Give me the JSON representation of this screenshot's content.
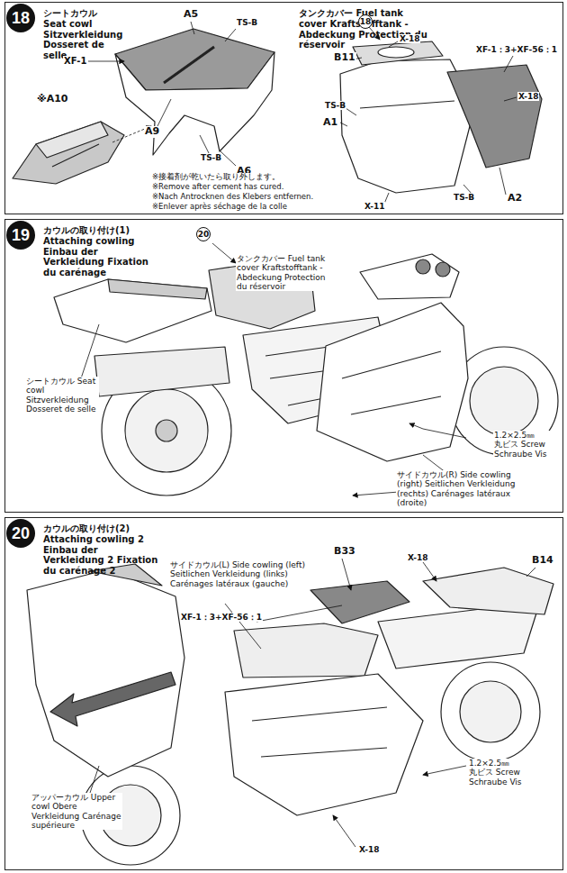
{
  "diagram": {
    "nodes": [
      {
        "text": [
          "シートカウル Seat cowl Sitzverkleidung Dosseret de selle",
          "タンクカバー Fuel tank cover Kraftstofftank -Abdeckung Protection du réservoir"
        ]
      },
      {
        "text": [
          "18"
        ],
        "in": 0
      },
      {
        "text": [
          "カウルの取り付け(1) Attaching cowling Einbau der Verkleidung Fixation du carénage"
        ]
      },
      {
        "text": [
          "19"
        ],
        "in": 2
      },
      {
        "text": [
          "カウルの取り付け(2) Attaching cowling 2 Einbau der Verkleidung 2 Fixation du carénage 2"
        ]
      },
      {
        "text": [
          "20"
        ],
        "in": 4
      }
    ],
    "edges": [],
    "labels": [
      "A5",
      "TS-B",
      "XF-1",
      "※A10",
      "A9",
      "TS-B",
      "A6",
      "※接着剤が乾いたら取り外します。",
      "※Remove after cement has cured.",
      "※Nach Antrocknen des Klebers entfernen.",
      "※Enlever après séchage de la colle",
      "18",
      "X-18",
      "B11",
      "XF-1：3+XF-56：1",
      "X-18",
      "TS-B",
      "A1",
      "TS-B",
      "A2",
      "X-11",
      "20",
      "タンクカバー Fuel tank cover Kraftstofftank -Abdeckung Protection du réservoir",
      "シートカウル Seat cowl Sitzverkleidung Dosseret de selle",
      "1.2×2.5㎜丸ビス Screw Schraube Vis",
      "サイドカウル(R) Side cowling (right) Seitlichen Verkleidung (rechts) Carénages latéraux (droite)",
      "サイドカウル(L) Side cowling (left) Seitlichen Verkleidung (links) Carénages latéraux (gauche)",
      "B33",
      "X-18",
      "B14",
      "XF-1：3+XF-56：1",
      "アッパーカウル Upper cowl Obere Verkleidung Carénage supérieure",
      "1.2×2.5㎜丸ビス Screw Schraube Vis",
      "X-18"
    ]
  }
}
